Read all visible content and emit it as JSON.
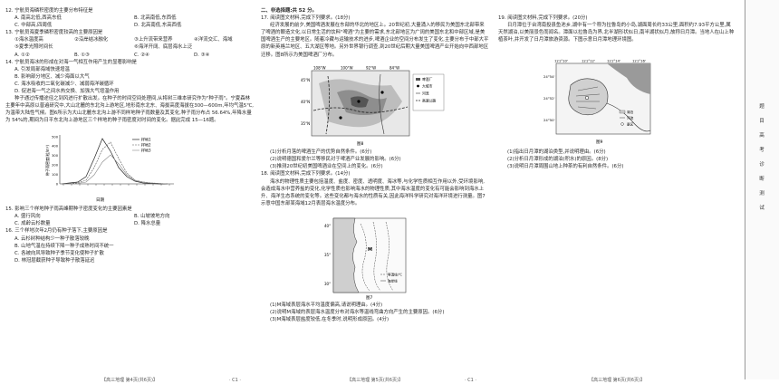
{
  "col1": {
    "q12": {
      "stem": "12. 宁航员海磷积密度的主要分布特征是",
      "opts": [
        "A. 南高北低,西高东低",
        "B. 北高南低,东西低",
        "C. 中部高,四周低",
        "D. 北高南低,东高西低"
      ]
    },
    "q13": {
      "stem": "13. 宁航员海夏季磷积密度较高的主要原因是",
      "items": [
        "①海水温度高",
        "②沿岸结冰融化",
        "③上升流带来营养",
        "④洋流交汇、海域",
        "⑤夏季光照时间长",
        "⑥海洋开阔、底层海水上泛"
      ],
      "opts": [
        "A. ①②",
        "B. ①③",
        "C. ②④",
        "D. ③④"
      ]
    },
    "q14": {
      "stem": "14. 宁航员海冰的形成在对海一气相互作用产生的显著影响是",
      "opts": [
        "A. 引发局部海域快速增温",
        "B. 影响部分地区、减少海面以大气",
        "C. 海水吸收的二氧化碳减少、减弱海洋碳循环",
        "D. 促进海一气之间水热交换、加强大气增温作用"
      ]
    },
    "intro": "种子通过传播途径之到风进行扩散出发。在种子的时间空间处理间,从将树三维本研究作为\"种子雨\"。宁夏森林主要年中高原以普遍研究中,大山北麓的东北沟上游地区,地形南东北东、海拔高度海拔在300—600m,年均气温5℃,为温带大陆性气候。图6所示为大山北麓东北沟上游不同样地种子雨数量及其变化,种子雨分布占 56.64%,年降水量为 54%的,期间为日平东北沟上游地区三个样地的种子雨密度对时间的变化。据此完成 15—16题。",
    "chart": {
      "ylabel": "种子雨密度(粒/m²)",
      "legend": [
        "样地1",
        "样地2",
        "样地3"
      ],
      "xlabel": "日期",
      "caption": "图6",
      "yticks": [
        "500",
        "400",
        "300",
        "200",
        "100",
        "0"
      ],
      "series_colors": [
        "#222222",
        "#555555",
        "#888888"
      ]
    },
    "q15": {
      "stem": "15. 影响三个样地种子雨高峰期种子密度变化的主要因素是",
      "opts": [
        "A. 盛行风向",
        "B. 山坡坡地方向",
        "C. 成龄云杉数量",
        "D. 降水总量"
      ]
    },
    "q16": {
      "stem": "16. 三个样地次年2月仍有种子落下,主要原因是",
      "opts": [
        "A. 云杉树种结构少一种子散落较晚",
        "B. 山地气温在持续下降一种子成熟时间不统一",
        "C. 各被向风导致种子季节变化使种子扩散",
        "D. 林冠层截获种子导致种子散落延迟"
      ]
    },
    "footer": "【高三地理  第4页(共6页)】",
    "footer_code": "· C1 ·"
  },
  "col2": {
    "section": "二、非选择题:共 52 分。",
    "q17": {
      "stem": "17. 阅读图文材料,完成下列要求。(18分)",
      "text": "经济发展的前夕,美国啤酒发展在东部的华北的地区上。20世纪初,大量涌入的移民为美国东北部带来了啤酒的酿造文化,以日常生活的饮料\"啤酒\"为主要的需求,东北部地区为广阔的美国东北和中部区域,是美国啤酒生产的主要地区。随着冷藏与运输技术的进步,啤酒企业的空间分布发生了变化,主要分布于中部大平原的新英格兰地区、五大湖区等地。另外世界银行调查,到20世纪后期大量美国啤酒产业开始向中西部地区迁移。图8所示为美国啤酒厂分布。",
      "map": {
        "caption": "图8",
        "legend": [
          "啤酒厂",
          "大城市",
          "河流",
          "高速公路"
        ],
        "lon_labels": [
          "108°W",
          "100°W",
          "92°W",
          "84°W"
        ],
        "lat_labels": [
          "45°N",
          "40°N",
          "35°N"
        ]
      },
      "asks": [
        "(1)分析月落的啤酒生产的优势自然条件。(6分)",
        "(2)说明德国和爱尔兰等移民对于啤酒产业发展的影响。(6分)",
        "(3)推测20世纪初美国啤酒业在空间上的变化。(6分)"
      ]
    },
    "q18": {
      "stem": "18. 阅读图文材料,完成下列要求。(14分)",
      "text": "海水的物理性质主要包括温度、盐度、密度、透明度、海冰等,与化学性质相互作用以外,受环境影响,会造成海水中营养盐的变化,化学性质也影响海水的物理性质,其中海水温度的变化有可能会影响到海水上升、海洋生态系统的变化等。这些变化都与海水的性质有关,因此海洋科学研究对海洋环境进行测量。图7示意中国东部某海域12月表层海水温度分布。",
      "map": {
        "caption": "图7",
        "lat_labels": [
          "40°",
          "35°",
          "30°"
        ],
        "legend": [
          "等温线/℃",
          "海岸线"
        ]
      },
      "asks": [
        "(1)M海域表层海水平均温度偏高,请说明理由。(4分)",
        "(2)说明M海域的表层海水温度分布对海水等温线弯曲方向产生的主要原因。(6分)",
        "(3)M海域表层盐度较低,在冬季时,说明形成原因。(4分)"
      ]
    },
    "footer": "【高三地理  第5页(共6页)】",
    "footer_code": "· C1 ·"
  },
  "col3": {
    "q19": {
      "stem": "19. 阅读图文材料,完成下列要求。(20分)",
      "text": "日月潭位于台湾南投县鱼池乡,湖中有一个称为拉鲁岛的小岛,湖面周长约33公里,面积约7.93平方公里,属天然湖泊,以美丽景色而闻名。潭面以拉鲁岛为界,北半湖形状似日,南半湖状似月,故称日月潭。当地人在山上种植茶叶,并开发了日月潭旅游资源。下图示意日月潭地理环境图。",
      "map": {
        "caption": "图9",
        "lon_labels": [
          "121°10'",
          "121°12'",
          "121°14'",
          "121°16'"
        ],
        "lat_labels": [
          "24°54'",
          "24°52'",
          "24°50'"
        ],
        "legend": [
          "湖泊",
          "河流",
          "景区"
        ]
      },
      "asks": [
        "(1)指出日月潭的湖泊类型,并说明理由。(6分)",
        "(2)分析日月潭形成的湖泊(积水)的原因。(8分)",
        "(3)说明日月潭周围山地上种茶的有利自然条件。(6分)"
      ]
    },
    "footer": "【高三地理  第6页(共6页)】"
  },
  "sidebar": {
    "text": "题 目 高 考 诊 断 测 试"
  }
}
